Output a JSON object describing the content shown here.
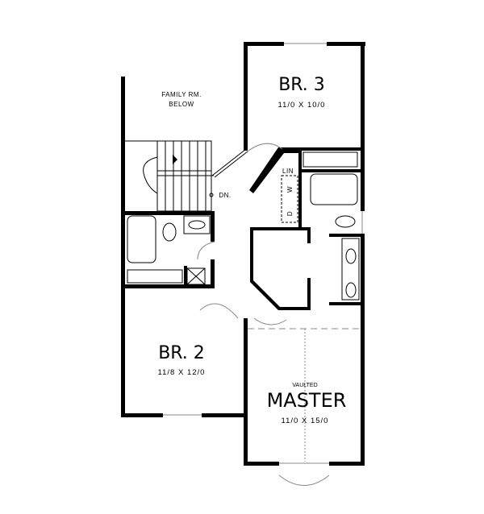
{
  "rooms": {
    "family_room": {
      "line1": "FAMILY RM.",
      "line2": "BELOW"
    },
    "br3": {
      "name": "BR. 3",
      "size": "11/0 X 10/0"
    },
    "br2": {
      "name": "BR. 2",
      "size": "11/8 X 12/0"
    },
    "master": {
      "note": "VAULTED",
      "name": "MASTER",
      "size": "11/0 X 15/0"
    }
  },
  "labels": {
    "linen": "LIN",
    "washer": "W",
    "dryer": "D",
    "stairs_down": "DN."
  }
}
